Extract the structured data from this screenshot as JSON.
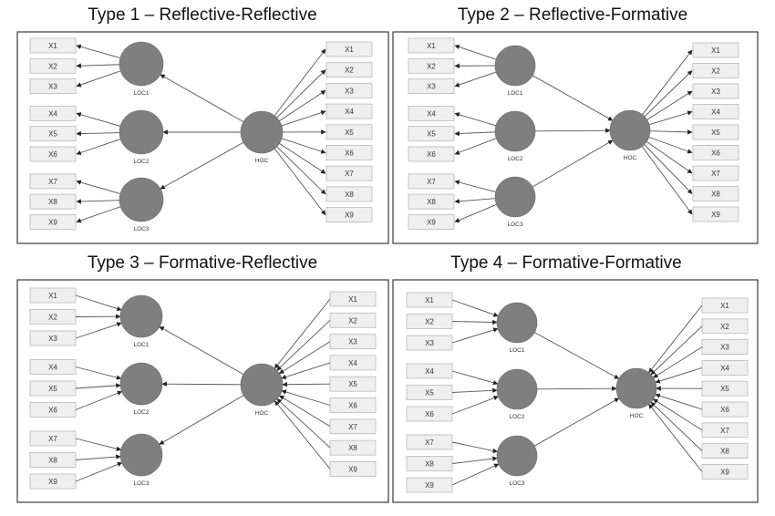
{
  "panels": [
    {
      "title": "Type 1 – Reflective-Reflective",
      "loc_indicators": "reflective",
      "hoc_indicators": "reflective",
      "structural": "hoc-to-loc",
      "latents": {
        "loc": [
          "LOC1",
          "LOC2",
          "LOC3"
        ],
        "hoc": "HOC"
      },
      "loc_items": [
        [
          "X1",
          "X2",
          "X3"
        ],
        [
          "X4",
          "X5",
          "X6"
        ],
        [
          "X7",
          "X8",
          "X9"
        ]
      ],
      "hoc_items": [
        "X1",
        "X2",
        "X3",
        "X4",
        "X5",
        "X6",
        "X7",
        "X8",
        "X9"
      ]
    },
    {
      "title": "Type 2 – Reflective-Formative",
      "loc_indicators": "reflective",
      "hoc_indicators": "reflective",
      "structural": "loc-to-hoc",
      "latents": {
        "loc": [
          "LOC1",
          "LOC2",
          "LOC3"
        ],
        "hoc": "HOC"
      },
      "loc_items": [
        [
          "X1",
          "X2",
          "X3"
        ],
        [
          "X4",
          "X5",
          "X6"
        ],
        [
          "X7",
          "X8",
          "X9"
        ]
      ],
      "hoc_items": [
        "X1",
        "X2",
        "X3",
        "X4",
        "X5",
        "X6",
        "X7",
        "X8",
        "X9"
      ]
    },
    {
      "title": "Type 3 – Formative-Reflective",
      "loc_indicators": "formative",
      "hoc_indicators": "formative",
      "structural": "hoc-to-loc",
      "latents": {
        "loc": [
          "LOC1",
          "LOC2",
          "LOC3"
        ],
        "hoc": "HOC"
      },
      "loc_items": [
        [
          "X1",
          "X2",
          "X3"
        ],
        [
          "X4",
          "X5",
          "X6"
        ],
        [
          "X7",
          "X8",
          "X9"
        ]
      ],
      "hoc_items": [
        "X1",
        "X2",
        "X3",
        "X4",
        "X5",
        "X6",
        "X7",
        "X8",
        "X9"
      ]
    },
    {
      "title": "Type 4 – Formative-Formative",
      "loc_indicators": "formative",
      "hoc_indicators": "formative",
      "structural": "loc-to-hoc",
      "latents": {
        "loc": [
          "LOC1",
          "LOC2",
          "LOC3"
        ],
        "hoc": "HOC"
      },
      "loc_items": [
        [
          "X1",
          "X2",
          "X3"
        ],
        [
          "X4",
          "X5",
          "X6"
        ],
        [
          "X7",
          "X8",
          "X9"
        ]
      ],
      "hoc_items": [
        "X1",
        "X2",
        "X3",
        "X4",
        "X5",
        "X6",
        "X7",
        "X8",
        "X9"
      ]
    }
  ]
}
